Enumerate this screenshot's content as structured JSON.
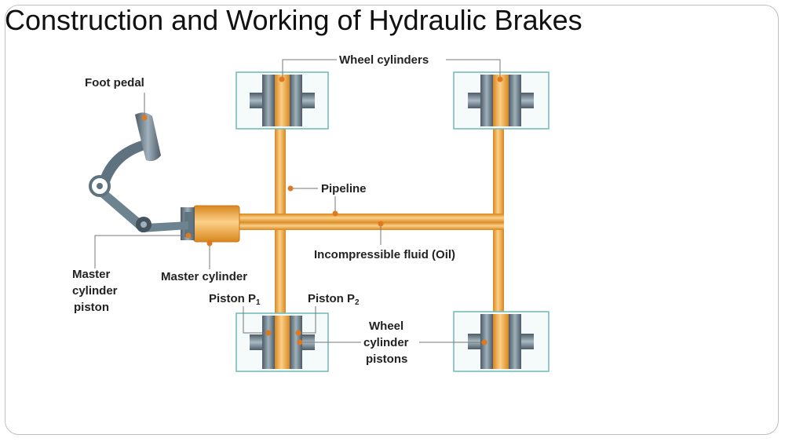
{
  "slide": {
    "title": "Construction and Working of Hydraulic Brakes"
  },
  "diagram": {
    "labels": {
      "wheel_cylinders": "Wheel cylinders",
      "foot_pedal": "Foot pedal",
      "pipeline": "Pipeline",
      "incompressible_fluid": "Incompressible fluid (Oil)",
      "master_cylinder_piston": [
        "Master",
        "cylinder",
        "piston"
      ],
      "master_cylinder": "Master cylinder",
      "piston_p1": "Piston P",
      "piston_p1_sub": "1",
      "piston_p2": "Piston P",
      "piston_p2_sub": "2",
      "wheel_cylinder_pistons": [
        "Wheel",
        "cylinder",
        "pistons"
      ]
    },
    "colors": {
      "pipe": "#F4A93B",
      "pipe_highlight": "#FBD089",
      "pipe_shadow": "#D8871E",
      "cylinder_body": "#7A8E9A",
      "cylinder_dark": "#4D5B66",
      "housing_border": "#6FB8B8",
      "housing_fill": "#F5FAFA",
      "leader_line": "#777777",
      "leader_dot": "#E0781E",
      "pedal_steel": "#5E7280",
      "text": "#222222"
    }
  }
}
